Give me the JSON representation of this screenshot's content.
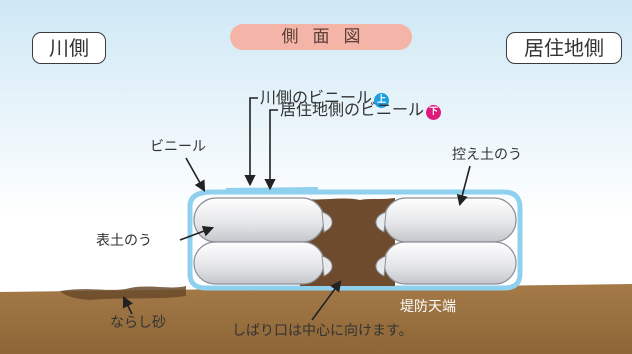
{
  "title": "側面図",
  "sides": {
    "river": "川側",
    "residential": "居住地側"
  },
  "labels": {
    "river_side_vinyl": "川側のビニール",
    "residential_side_vinyl": "居住地側のビニール",
    "vinyl": "ビニール",
    "backing_sandbag": "控え土のう",
    "front_sandbag": "表土のう",
    "leveling_sand": "ならし砂",
    "levee_crest": "堤防天端",
    "tie_note": "しばり口は中心に向けます。"
  },
  "badges": {
    "up": "上",
    "down": "下",
    "up_color": "#1e9ee0",
    "down_color": "#e0197d"
  },
  "colors": {
    "sky_top": "#cfe8f5",
    "ground": "#9c7442",
    "soil": "#6e4b2c",
    "vinyl": "#8fd0ef",
    "sandbag": "#e4e5e8"
  }
}
